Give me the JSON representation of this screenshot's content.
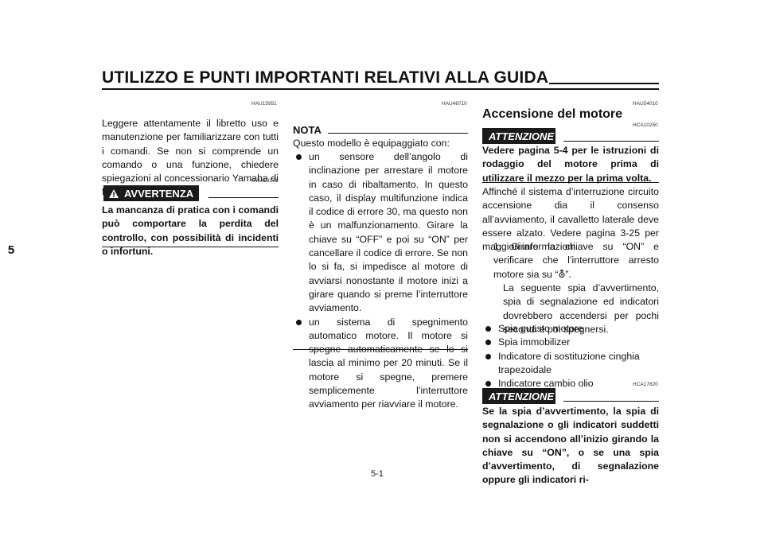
{
  "header": {
    "title": "UTILIZZO E PUNTI IMPORTANTI RELATIVI ALLA GUIDA"
  },
  "chapter_tab": "5",
  "page_number": "5-1",
  "col1": {
    "code1": "HAU15951",
    "intro": "Leggere attentamente il libretto uso e manutenzione per familiarizzare con tutti i comandi. Se non si comprende un comando o una funzione, chiedere spiegazioni al concessionario Yamaha di fiducia.",
    "code2": "HWA10271",
    "warning_label": "AVVERTENZA",
    "warning_text": "La mancanza di pratica con i comandi può comportare la perdita del controllo, con possibilità di incidenti o infortuni."
  },
  "col2": {
    "code": "HAU48710",
    "nota_label": "NOTA",
    "nota_intro": "Questo modello è equipaggiato con:",
    "bullets": [
      "un sensore dell’angolo di inclinazione per arrestare il motore in caso di ribaltamento. In questo caso, il display multifunzione indica il codice di errore 30, ma questo non è un malfunzionamento. Girare la chiave su “OFF” e poi su “ON” per cancellare il codice di errore. Se non lo si fa, si impedisce al motore di avviarsi nonostante il motore inizi a girare quando si preme l’interruttore avviamento.",
      "un sistema di spegnimento automatico motore. Il motore si spegne automaticamente se lo si lascia al minimo per 20 minuti. Se il motore si spegne, premere semplicemente l’interruttore avviamento per riavviare il motore."
    ]
  },
  "col3": {
    "code1": "HAU54010",
    "title": "Accensione del motore",
    "code2": "HCA10250",
    "attention_label": "ATTENZIONE",
    "attention_text1": "Vedere pagina 5-4 per le istruzioni di rodaggio del motore prima di utilizzare il mezzo per la prima volta.",
    "body": "Affinché il sistema d’interruzione circuito accensione dia il consenso all’avviamento, il cavalletto laterale deve essere alzato. Vedere pagina 3-25 per maggiori informazioni.",
    "step1": "1. Girare la chiave su “ON” e verificare che l’interruttore arresto motore sia su “⛢”.",
    "step1b": "La seguente spia d’avvertimento, spia di segnalazione ed indicatori dovrebbero accendersi per pochi secondi e poi spegnersi.",
    "bullets": [
      "Spia guasto motore",
      "Spia immobilizer",
      "Indicatore di sostituzione cinghia trapezoidale",
      "Indicatore cambio olio"
    ],
    "code3": "HCA17820",
    "attention_text2": "Se la spia d’avvertimento, la spia di segnalazione o gli indicatori suddetti non si accendono all’inizio girando la chiave su “ON”, o se una spia d’avvertimento, di segnalazione oppure gli indicatori ri-"
  }
}
